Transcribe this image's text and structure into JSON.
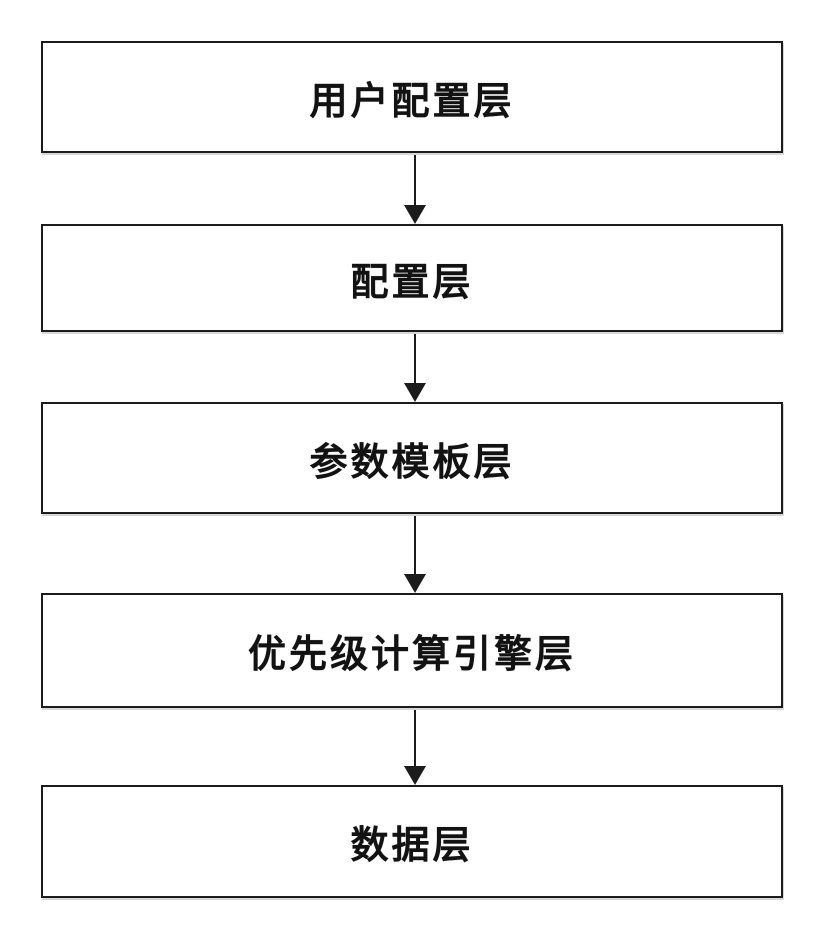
{
  "diagram": {
    "type": "flowchart",
    "direction": "top-down",
    "background_color": "#ffffff",
    "box_border_color": "#1c1c1c",
    "text_color": "#121212",
    "arrow_color": "#1c1c1c",
    "boxes": [
      {
        "label": "用户配置层"
      },
      {
        "label": "配置层"
      },
      {
        "label": "参数模板层"
      },
      {
        "label": "优先级计算引擎层"
      },
      {
        "label": "数据层"
      }
    ],
    "connections": [
      {
        "from": 0,
        "to": 1,
        "style": "solid-down-arrow"
      },
      {
        "from": 1,
        "to": 2,
        "style": "solid-down-arrow"
      },
      {
        "from": 2,
        "to": 3,
        "style": "solid-down-arrow"
      },
      {
        "from": 3,
        "to": 4,
        "style": "solid-down-arrow"
      }
    ]
  }
}
